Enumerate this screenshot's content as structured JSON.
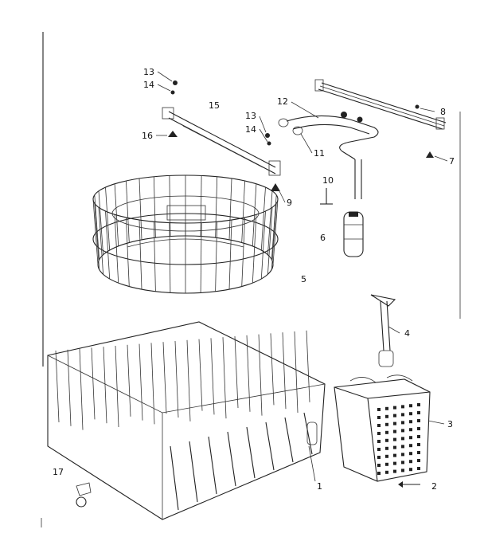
{
  "labels": {
    "p1": "1",
    "p2": "2",
    "p3": "3",
    "p4": "4",
    "p5": "5",
    "p6": "6",
    "p7": "7",
    "p8": "8",
    "p9": "9",
    "p10": "10",
    "p11": "11",
    "p12": "12",
    "p13a": "13",
    "p14a": "14",
    "p13b": "13",
    "p14b": "14",
    "p15": "15",
    "p16": "16",
    "p17": "17"
  }
}
